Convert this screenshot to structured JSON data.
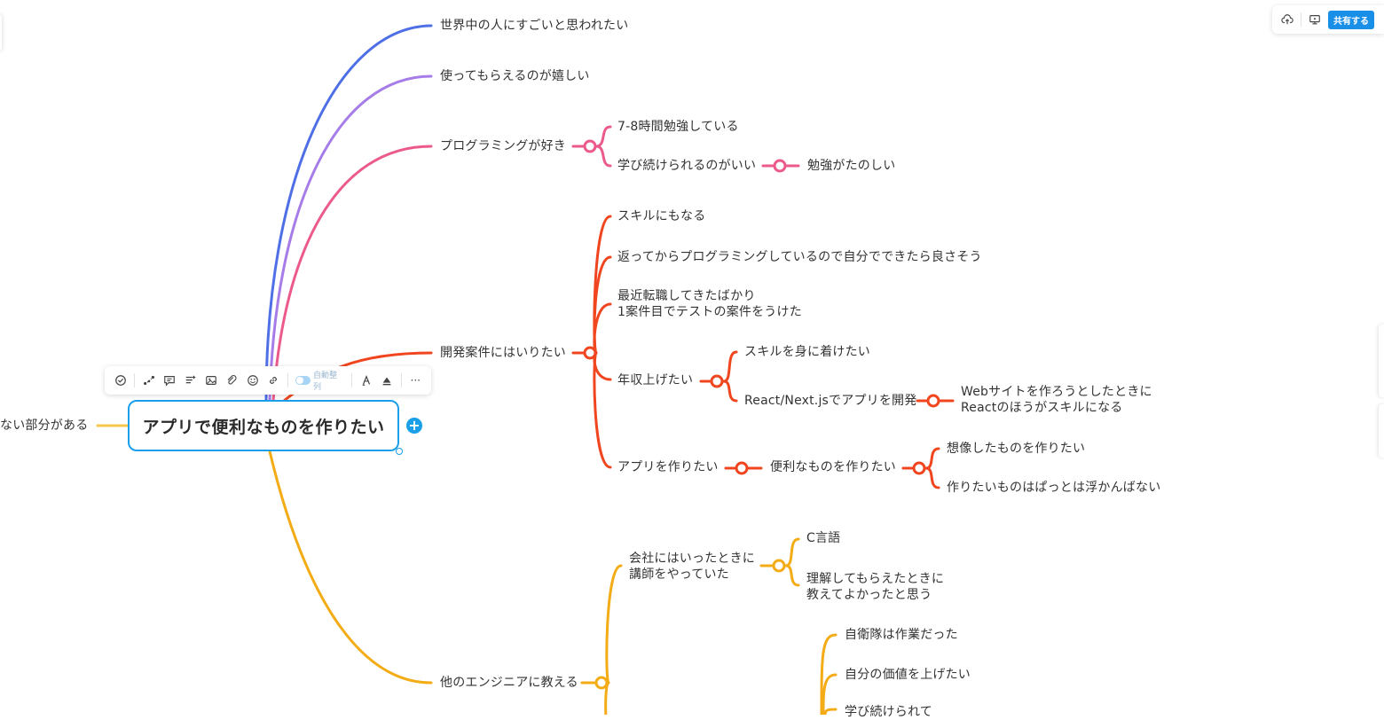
{
  "root": {
    "label": "アプリで便利なものを作りたい"
  },
  "left_branch": {
    "label": "ない部分がある"
  },
  "colors": {
    "blue": "#4f6fe6",
    "purple": "#a67ce8",
    "pink": "#ec5a8c",
    "red": "#f0461f",
    "orange": "#f3ab16",
    "yellow": "#f5c74a",
    "selection": "#1a9fe8"
  },
  "branches": {
    "b1": {
      "label": "世界中の人にすごいと思われたい"
    },
    "b2": {
      "label": "使ってもらえるのが嬉しい"
    },
    "b3": {
      "label": "プログラミングが好き",
      "c1": "7-8時間勉強している",
      "c2": "学び続けられるのがいい",
      "c2a": "勉強がたのしい"
    },
    "b4": {
      "label": "開発案件にはいりたい",
      "c1": "スキルにもなる",
      "c2": "返ってからプログラミングしているので自分でできたら良さそう",
      "c3_l1": "最近転職してきたばかり",
      "c3_l2": "1案件目でテストの案件をうけた",
      "c4": "年収上げたい",
      "c4a": "スキルを身に着けたい",
      "c4b": "React/Next.jsでアプリを開発",
      "c4b1_l1": "Webサイトを作ろうとしたときに",
      "c4b1_l2": "Reactのほうがスキルになる",
      "c5": "アプリを作りたい",
      "c5a": "便利なものを作りたい",
      "c5a1": "想像したものを作りたい",
      "c5a2": "作りたいものはぱっとは浮かんばない"
    },
    "b5": {
      "label": "他のエンジニアに教える",
      "c1_l1": "会社にはいったときに",
      "c1_l2": "講師をやっていた",
      "c1a": "C言語",
      "c1b_l1": "理解してもらえたときに",
      "c1b_l2": "教えてよかったと思う",
      "c2a": "自衛隊は作業だった",
      "c2b": "自分の価値を上げたい",
      "c2c": "学び続けられて"
    }
  },
  "toolbar": {
    "icons": [
      "check-circle-icon",
      "relation-icon",
      "comment-icon",
      "note-icon",
      "image-icon",
      "attachment-icon",
      "emoji-icon",
      "link-icon"
    ],
    "auto_layout_label": "自動整列",
    "more_label": "···"
  },
  "topbar": {
    "share_label": "共有する"
  }
}
